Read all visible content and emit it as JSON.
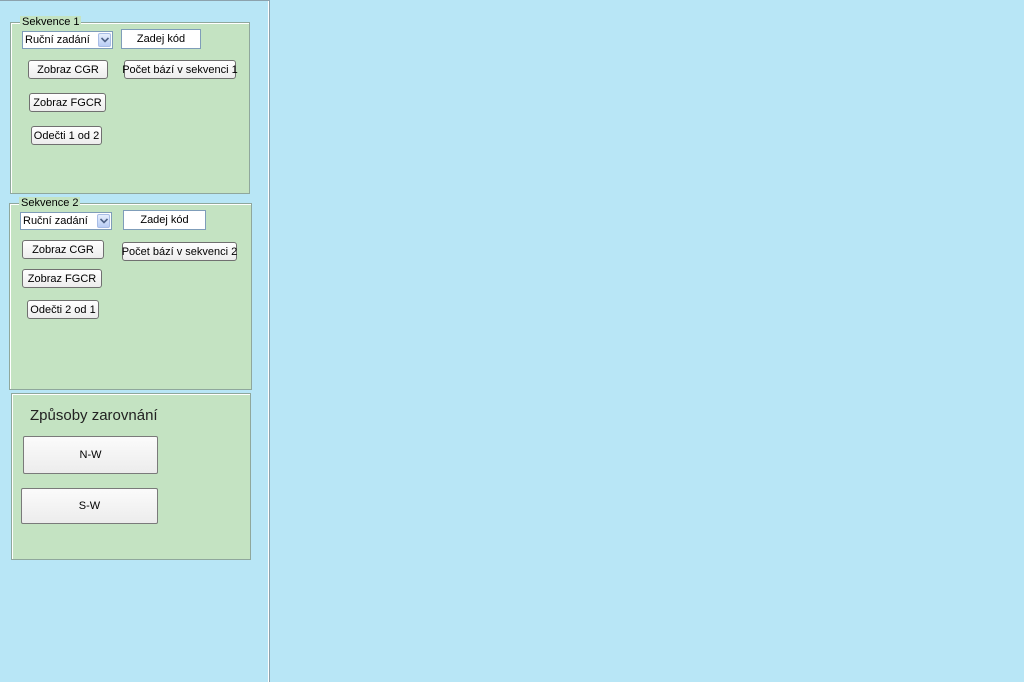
{
  "sequence1": {
    "title": "Sekvence 1",
    "mode_select": "Ruční zadání",
    "code_input": "Zadej kód",
    "show_cgr": "Zobraz CGR",
    "base_count": "Počet bází v sekvenci 1",
    "show_fgcr": "Zobraz FGCR",
    "subtract": "Odečti 1 od 2"
  },
  "sequence2": {
    "title": "Sekvence 2",
    "mode_select": "Ruční zadání",
    "code_input": "Zadej kód",
    "show_cgr": "Zobraz CGR",
    "base_count": "Počet bází v sekvenci 2",
    "show_fgcr": "Zobraz FGCR",
    "subtract": "Odečti 2 od 1"
  },
  "alignment": {
    "title": "Způsoby zarovnání",
    "nw": "N-W",
    "sw": "S-W"
  },
  "colors": {
    "background": "#b8e6f6",
    "panel": "#c4e3c2"
  }
}
